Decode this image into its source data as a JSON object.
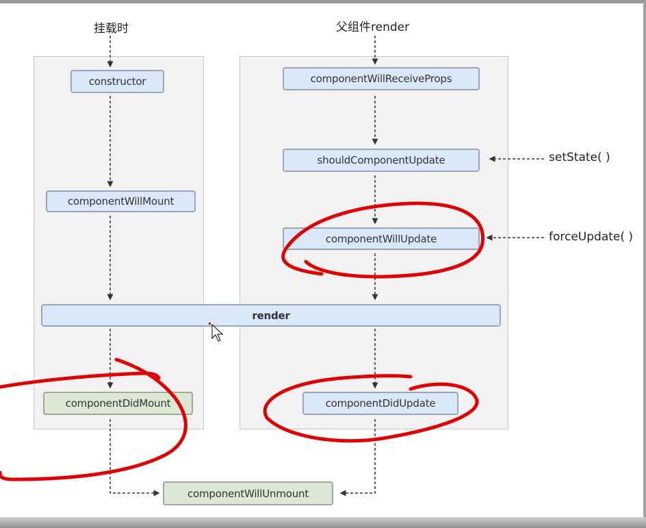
{
  "headers": {
    "mount": "挂载时",
    "update": "父组件render"
  },
  "nodes": {
    "constructor": "constructor",
    "will_mount": "componentWillMount",
    "render": "render",
    "did_mount": "componentDidMount",
    "will_receive_props": "componentWillReceiveProps",
    "should_update": "shouldComponentUpdate",
    "will_update": "componentWillUpdate",
    "did_update": "componentDidUpdate",
    "will_unmount": "componentWillUnmount"
  },
  "triggers": {
    "set_state": "setState( )",
    "force_update": "forceUpdate( )"
  },
  "colors": {
    "update_node": "#dbe8fa",
    "mount_end_node": "#dbe8d5",
    "annotation": "#e00000"
  }
}
